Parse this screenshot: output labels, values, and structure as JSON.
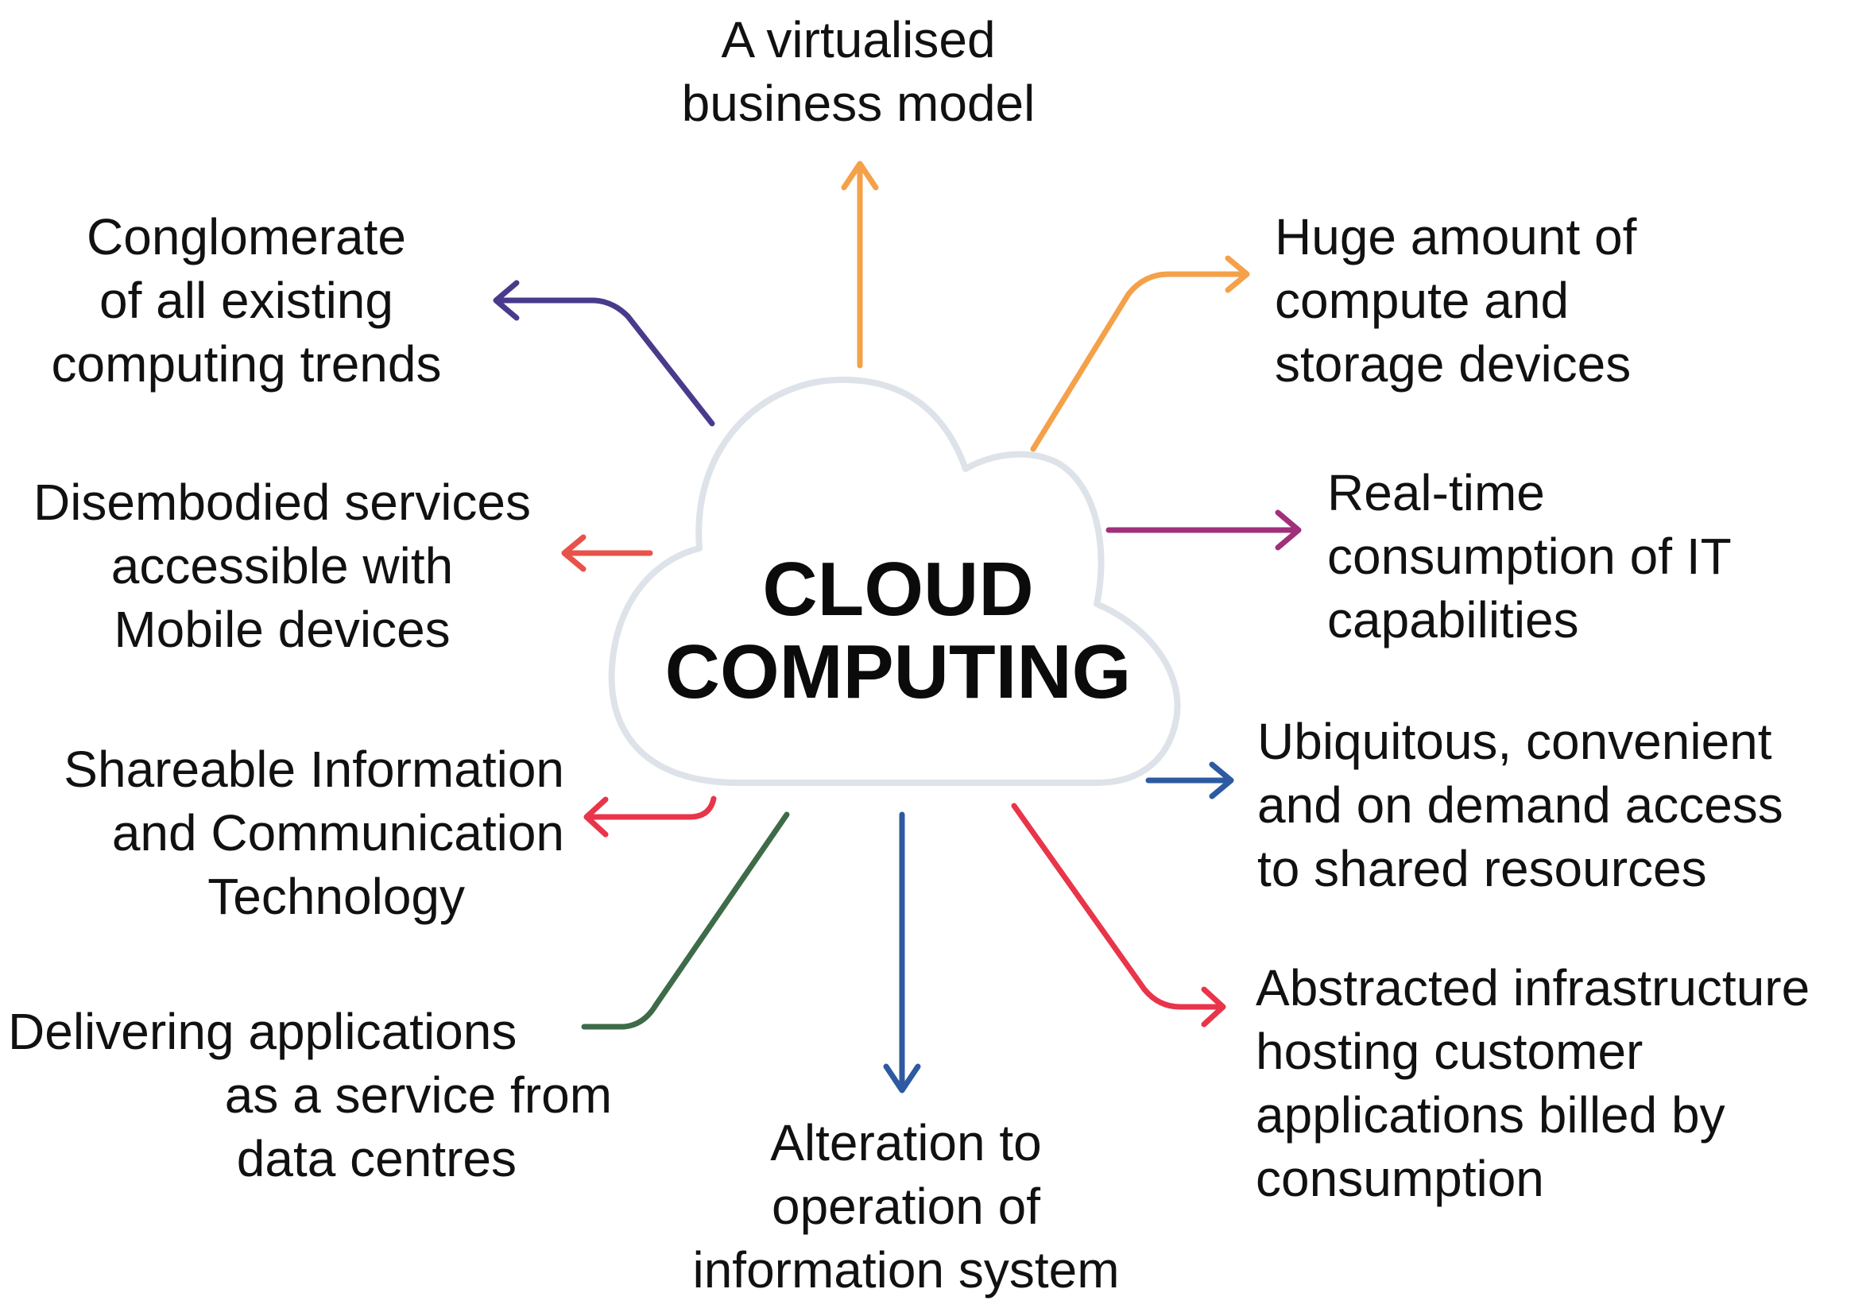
{
  "center": {
    "line1": "CLOUD",
    "line2": "COMPUTING"
  },
  "branches": {
    "top": {
      "lines": [
        "A virtualised",
        "business model"
      ],
      "color": "#F4A14A"
    },
    "top_left": {
      "lines": [
        "Conglomerate",
        "of all existing",
        "computing trends"
      ],
      "color": "#4A3A8C"
    },
    "top_right": {
      "lines": [
        "Huge amount of",
        "compute and",
        "storage devices"
      ],
      "color": "#F4A14A"
    },
    "left_mid": {
      "lines": [
        "Disembodied services",
        "accessible with",
        "Mobile devices"
      ],
      "color": "#E8524A"
    },
    "right_mid": {
      "lines": [
        "Real-time",
        "consumption of IT",
        "capabilities"
      ],
      "color": "#A0307A"
    },
    "left_low": {
      "lines": [
        "Shareable Information",
        "and Communication",
        "Technology"
      ],
      "color": "#E8354A"
    },
    "right_low": {
      "lines": [
        "Ubiquitous, convenient",
        "and on demand access",
        "to shared resources"
      ],
      "color": "#2D5AA0"
    },
    "bottom_left": {
      "lines": [
        "Delivering applications",
        "as a service from",
        "data centres"
      ],
      "color": "#3E6B48"
    },
    "bottom": {
      "lines": [
        "Alteration to",
        "operation of",
        "information system"
      ],
      "color": "#2D5AA0"
    },
    "bottom_right": {
      "lines": [
        "Abstracted infrastructure",
        "hosting customer",
        "applications billed by",
        "consumption"
      ],
      "color": "#E8354A"
    }
  },
  "cloud": {
    "fill": "#ffffff",
    "stroke": "#dde3e8"
  }
}
